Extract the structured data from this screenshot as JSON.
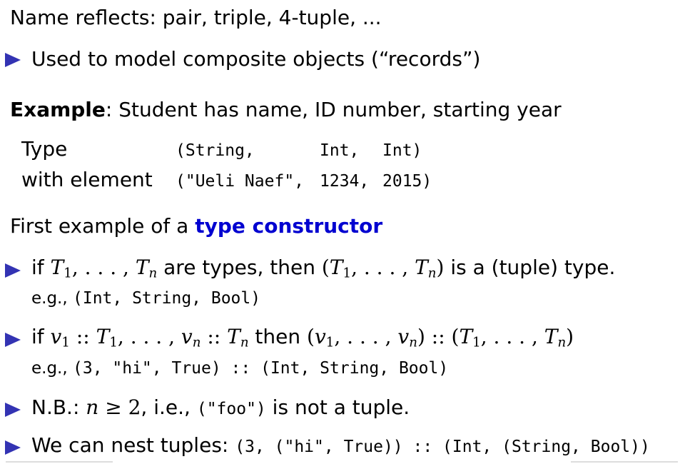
{
  "lines": {
    "name_reflects": "Name reflects: pair, triple, 4-tuple, ...",
    "used_to_model": "Used to model composite objects (“records”)",
    "example_bold": "Example",
    "example_rest": ": Student has name, ID number, starting year",
    "type_label": "Type",
    "type_s1": "(String,",
    "type_s2": "Int,",
    "type_s3": "Int)",
    "elem_label": "with element",
    "elem_s1": "(\"Ueli Naef\",",
    "elem_s2": "1234,",
    "elem_s3": "2015)",
    "first_example_pre": "First example of a ",
    "first_example_kw": "type constructor"
  },
  "bullets": {
    "b1_if": "if ",
    "b1_T": "T",
    "b1_sub1": "1",
    "b1_dots": ", . . . , ",
    "b1_subn": "n",
    "b1_mid": " are types, then ",
    "b1_open": "(",
    "b1_close": ")",
    "b1_tail": " is a (tuple) type.",
    "b1_eg": "e.g., ",
    "b1_code": "(Int, String, Bool)",
    "b2_if": "if ",
    "b2_v": "v",
    "b2_dc": " :: ",
    "b2_then": " then ",
    "b2_eg": "e.g., ",
    "b2_code": "(3, \"hi\", True) :: (Int, String, Bool)",
    "b3_pre": "N.B.: ",
    "b3_n": "n",
    "b3_geq": " ≥ 2",
    "b3_ie": ", i.e., ",
    "b3_code": "(\"foo\")",
    "b3_tail": " is not a tuple.",
    "b4_pre": "We can nest tuples: ",
    "b4_code": "(3, (\"hi\", True)) :: (Int, (String, Bool))"
  },
  "colors": {
    "bullet": "#3333b3",
    "keyword": "#0000d0"
  },
  "icons": {
    "bullet": "triangle-right"
  }
}
